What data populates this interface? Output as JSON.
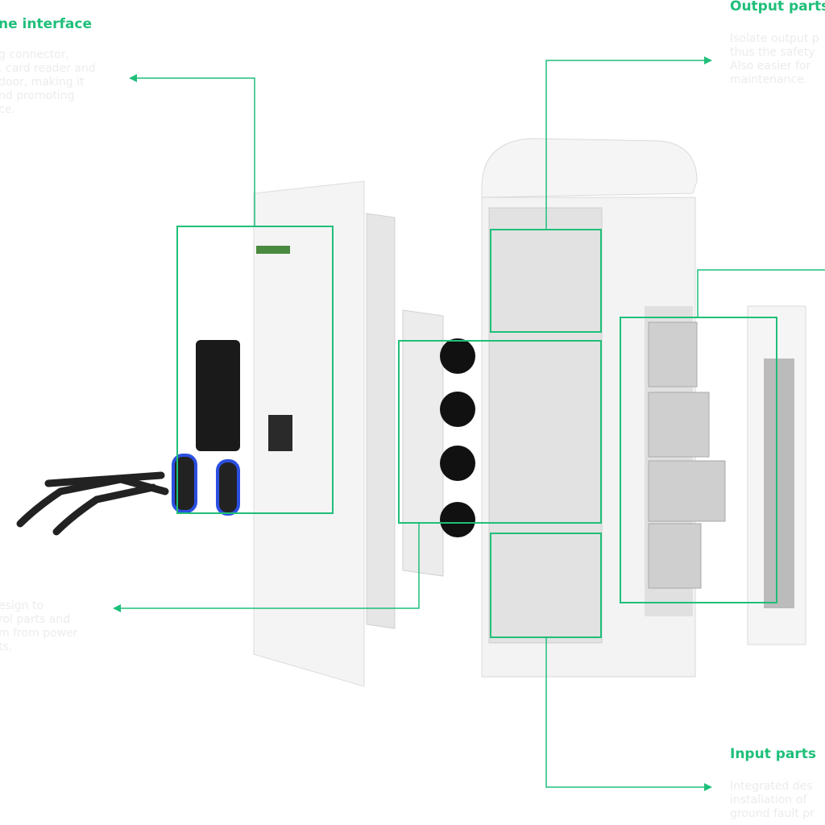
{
  "accent_color": "#1fbf7a",
  "labels": {
    "interface": {
      "title": "ne interface",
      "lines": [
        "g connector,",
        ", card reader and",
        "door, making it",
        "nd promoting",
        "ce."
      ]
    },
    "separation": {
      "lines": [
        "esign to",
        "rol parts and",
        "m from power",
        "ts."
      ]
    },
    "output": {
      "title": "Output parts",
      "lines": [
        "Isolate output p",
        "thus the safety",
        "Also easier for",
        "maintenance."
      ]
    },
    "input": {
      "title": "Input parts",
      "lines": [
        "Integrated des",
        "installation of",
        "ground fault pr"
      ]
    }
  }
}
